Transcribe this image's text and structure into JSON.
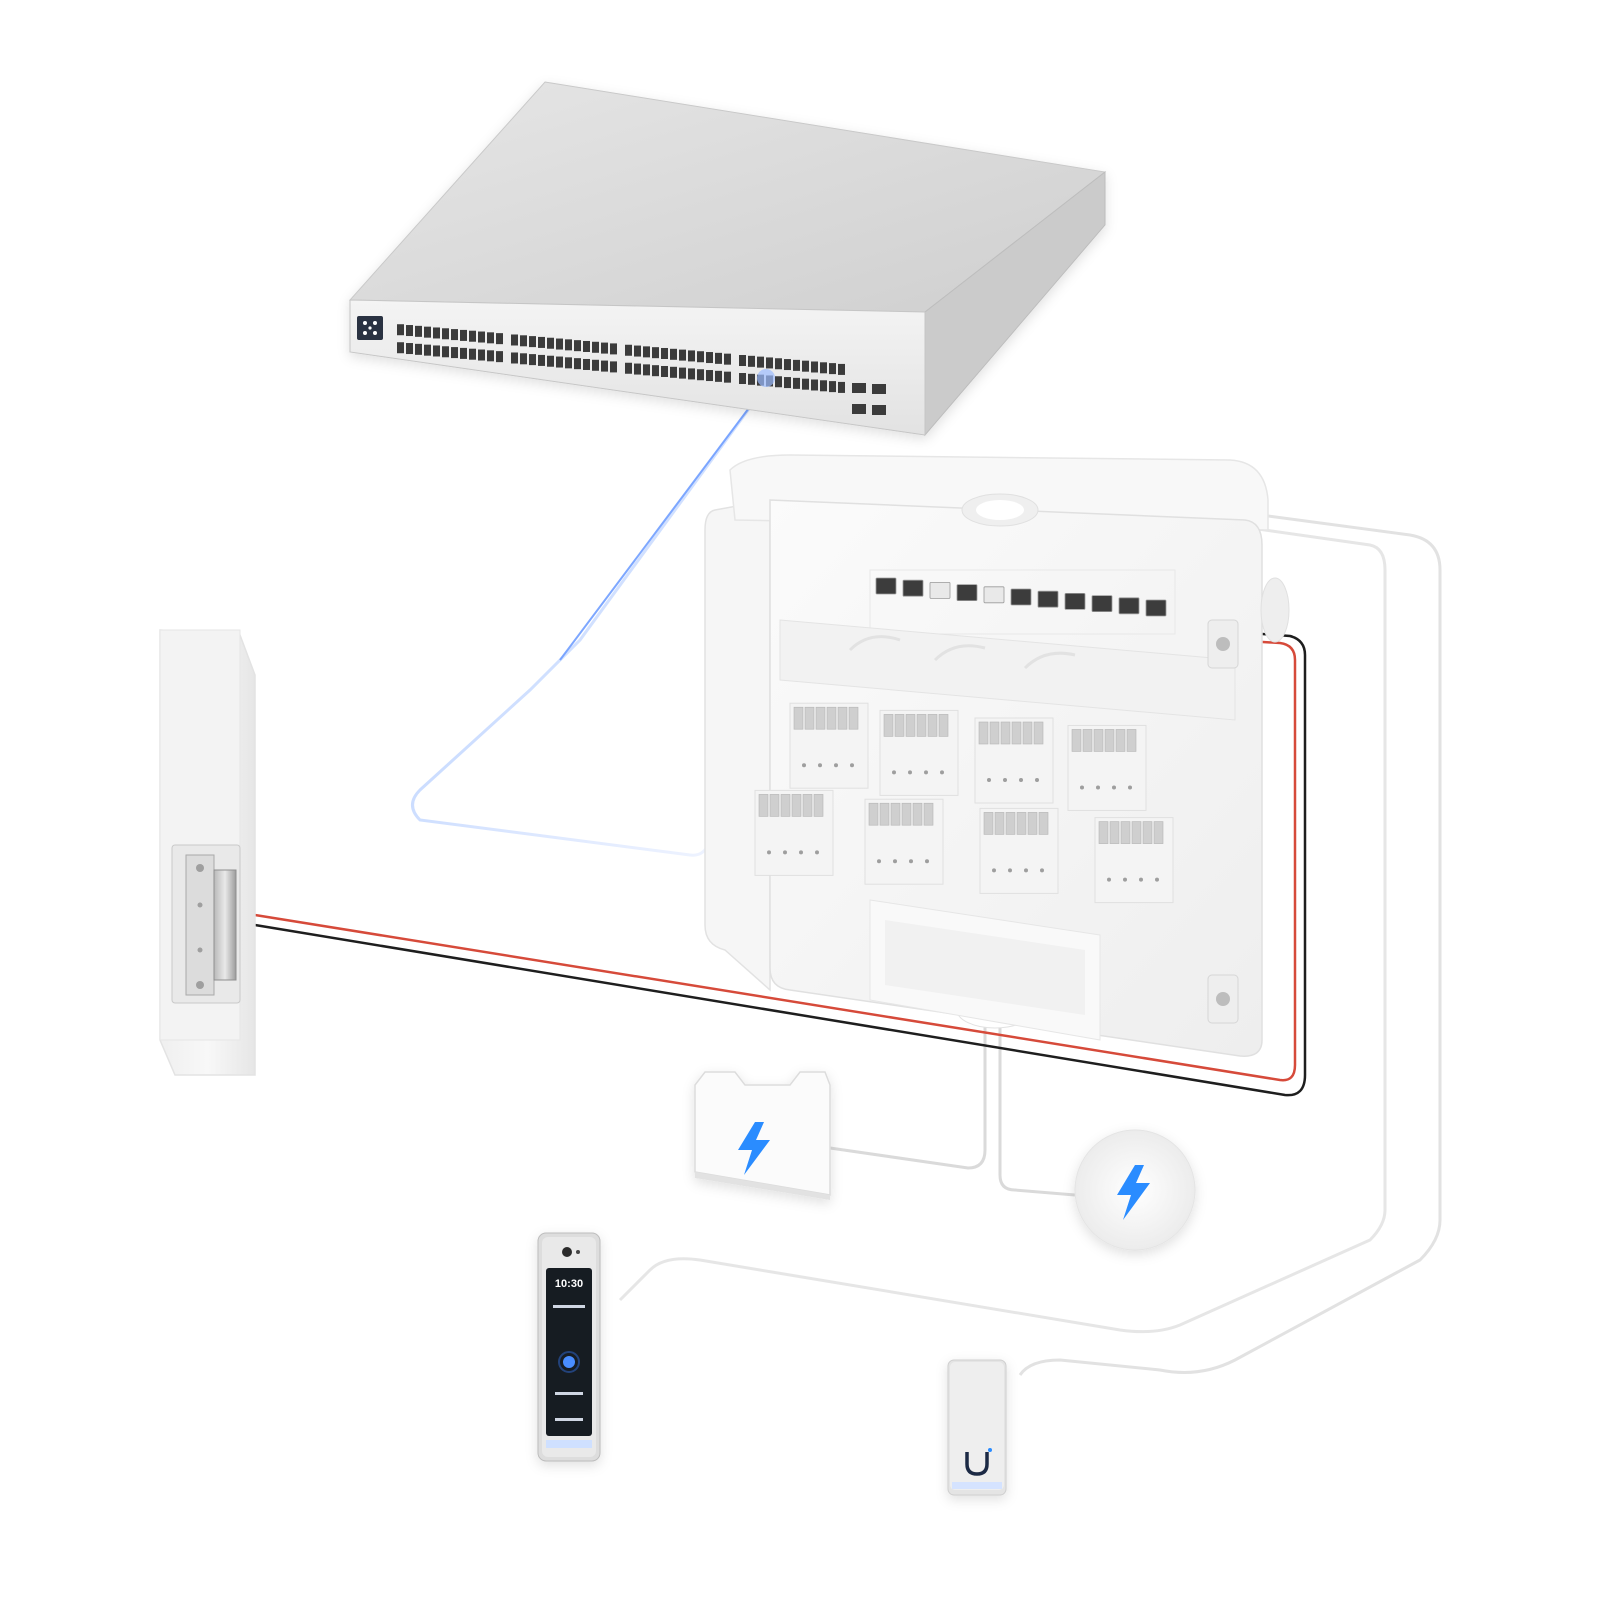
{
  "diagram": {
    "components": [
      {
        "id": "switch",
        "name": "network-switch"
      },
      {
        "id": "hub",
        "name": "access-hub-enclosure"
      },
      {
        "id": "lock",
        "name": "electric-door-strike"
      },
      {
        "id": "psu_box",
        "name": "power-supply"
      },
      {
        "id": "psu_round",
        "name": "power-adapter"
      },
      {
        "id": "intercom",
        "name": "door-intercom"
      },
      {
        "id": "reader",
        "name": "card-reader"
      }
    ],
    "connections": [
      {
        "from": "switch",
        "to": "hub",
        "kind": "ethernet"
      },
      {
        "from": "hub",
        "to": "lock",
        "kind": "power-wire"
      },
      {
        "from": "hub",
        "to": "psu_box",
        "kind": "power-cable"
      },
      {
        "from": "hub",
        "to": "psu_round",
        "kind": "power-cable"
      },
      {
        "from": "hub",
        "to": "intercom",
        "kind": "ethernet"
      },
      {
        "from": "hub",
        "to": "reader",
        "kind": "ethernet"
      }
    ],
    "icons": {
      "power": "lightning-bolt-icon",
      "brand": "u-logo-icon"
    },
    "colors": {
      "ethernet_glow": "#7da8ff",
      "power_bolt": "#2b8cff",
      "wire_red": "#d64a3a",
      "wire_black": "#1e1e1e",
      "device_white": "#f2f2f2",
      "switch_top": "#d9d9d9"
    },
    "intercom_screen": {
      "time": "10:30"
    }
  }
}
